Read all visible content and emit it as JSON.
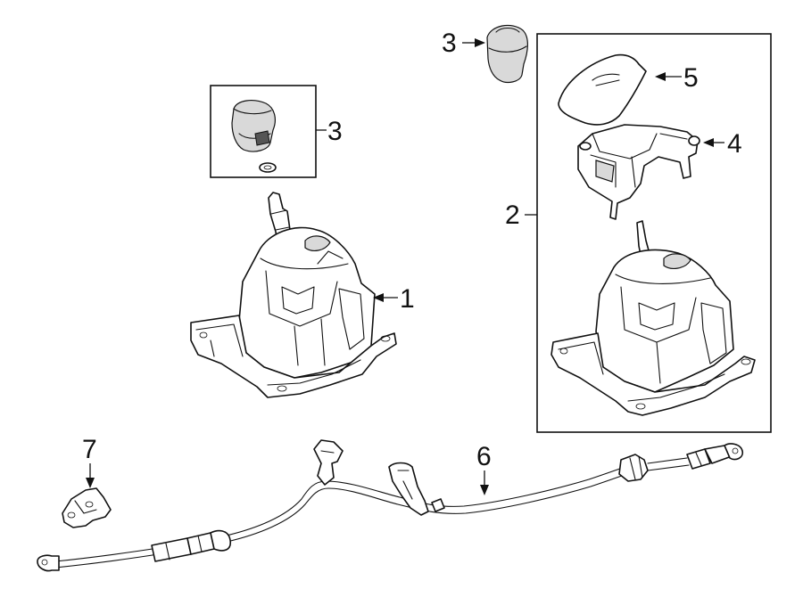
{
  "callouts": {
    "c1": "1",
    "c2": "2",
    "c3_left": "3",
    "c3_top": "3",
    "c4": "4",
    "c5": "5",
    "c6": "6",
    "c7": "7"
  }
}
